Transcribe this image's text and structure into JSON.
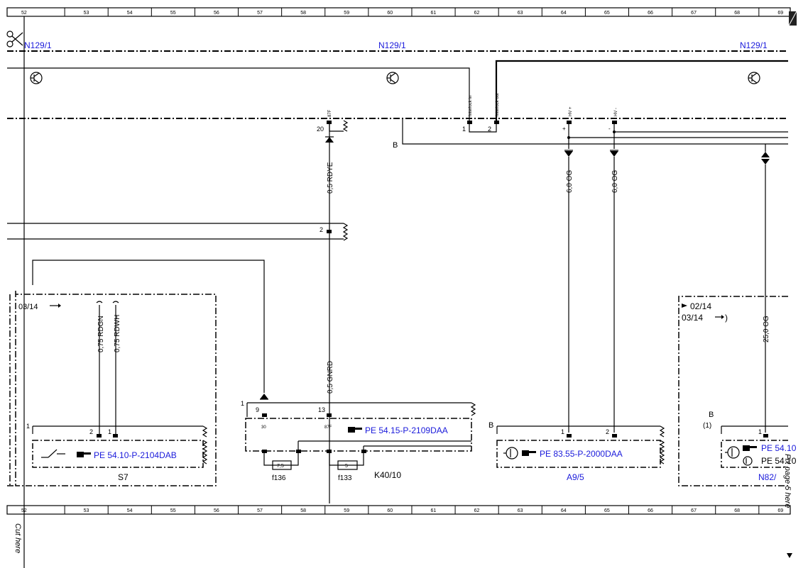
{
  "ruler": {
    "columns": [
      "52",
      "53",
      "54",
      "55",
      "56",
      "57",
      "58",
      "59",
      "60",
      "61",
      "62",
      "63",
      "64",
      "65",
      "66",
      "67",
      "68",
      "69"
    ]
  },
  "module": {
    "left_label": "N129/1",
    "center_label": "N129/1",
    "right_label": "N129/1"
  },
  "connector_pins": {
    "pin_87f_top": "87F",
    "pin_20": "20",
    "interlock_in": "Interlock in",
    "interlock_out": "Interlock out",
    "pin_1_top": "1",
    "pin_2_top": "2",
    "hv_plus": "HV +",
    "hv_minus": "HV -",
    "plus_mark": "+",
    "minus_mark": "-",
    "b_label": "B",
    "pin_2_mid": "2"
  },
  "wires": {
    "w_05_rdye": "0,5 RDYE",
    "w_60_og_a": "6,0 OG",
    "w_60_og_b": "6,0 OG",
    "w_075_rdgn": "0,75 RDGN",
    "w_075_rdwh": "0,75 RDWH",
    "w_05_gnrd": "0,5 GNRD",
    "w_250_og": "25,0 OG"
  },
  "s7": {
    "ref": "03/14",
    "pin_1": "1",
    "pin_2": "2",
    "pin_1b": "1",
    "doc_link": "PE 54.10-P-2104DAB",
    "name": "S7"
  },
  "k4010": {
    "pin_1": "1",
    "pin_9": "9",
    "pin_13": "13",
    "pin_30": "30",
    "pin_87f": "87F",
    "doc_link": "PE 54.15-P-2109DAA",
    "fuse_a_value": "7,5",
    "fuse_b_value": "5",
    "fuse_a": "f136",
    "fuse_b": "f133",
    "name": "K40/10"
  },
  "a95": {
    "b_label": "B",
    "pin_1": "1",
    "pin_2": "2",
    "doc_link": "PE 83.55-P-2000DAA",
    "name": "A9/5"
  },
  "n82": {
    "ref_a": "02/14",
    "ref_b": "03/14",
    "ref_b_suffix": ")",
    "b_label": "B",
    "b_paren": "(1)",
    "pin_1": "1",
    "doc_link_a": "PE 54.10",
    "doc_link_b": "PE 54.10",
    "name": "N82/"
  },
  "cut_text": {
    "left": "Cut here",
    "right": "Fix page 5 here"
  },
  "icons": [
    "scissors-icon",
    "transistor-icon",
    "pointing-hand-icon",
    "motor-icon",
    "switch-icon",
    "fuse-icon",
    "page-corner-icon"
  ]
}
